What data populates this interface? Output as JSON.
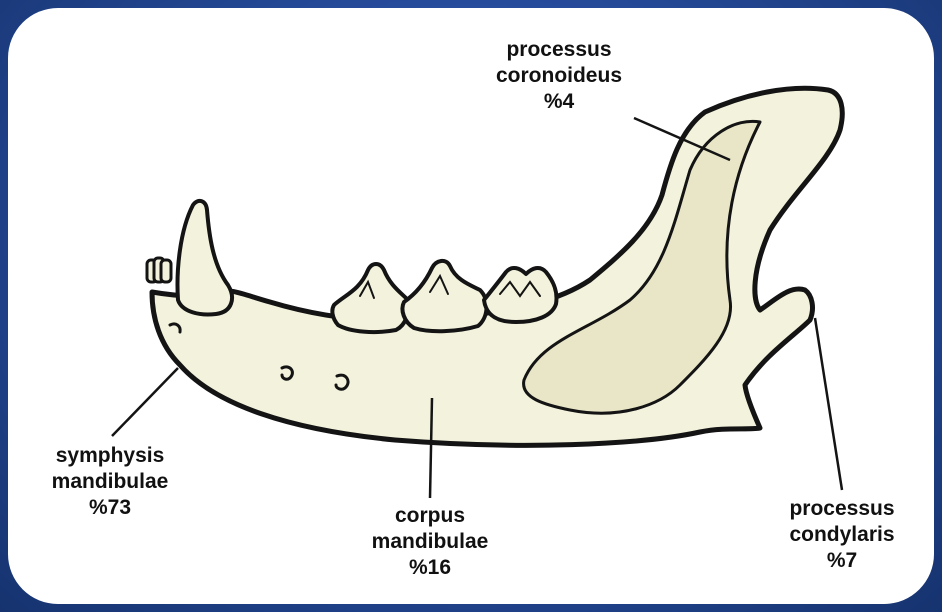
{
  "labels": {
    "coronoid": {
      "line1": "processus",
      "line2": "coronoideus",
      "value": "%4"
    },
    "symphysis": {
      "line1": "symphysis",
      "line2": "mandibulae",
      "value": "%73"
    },
    "corpus": {
      "line1": "corpus",
      "line2": "mandibulae",
      "value": "%16"
    },
    "condylar": {
      "line1": "processus",
      "line2": "condylaris",
      "value": "%7"
    }
  },
  "colors": {
    "background": "#2a4f9e",
    "frame": "#ffffff",
    "bone_fill": "#f3f2dc",
    "fossa_fill": "#e8e6c6",
    "outline": "#141414"
  }
}
